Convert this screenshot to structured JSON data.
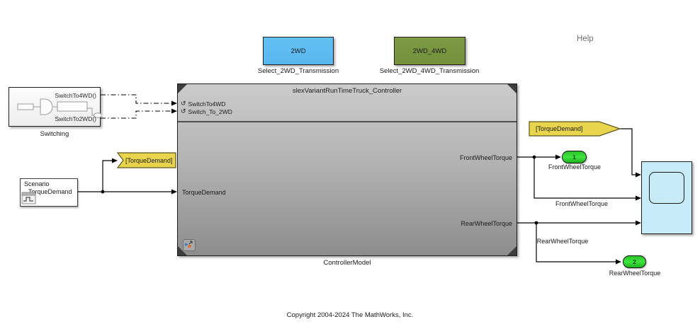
{
  "header": {
    "help_label": "Help"
  },
  "variant_buttons": {
    "two_wd": {
      "label": "2WD",
      "caption": "Select_2WD_Transmission",
      "color": "#58b7ee"
    },
    "two_four_wd": {
      "label": "2WD_4WD",
      "caption": "Select_2WD_4WD_Transmission",
      "color": "#73903a"
    }
  },
  "switching": {
    "caption": "Switching",
    "output_top": "SwitchTo4WD()",
    "output_bottom": "SwitchTo2WD()"
  },
  "scenario": {
    "line1": "Scenario",
    "line2": "TorqueDemand"
  },
  "goto_tag": {
    "label": "[TorqueDemand]",
    "color": "#e8d44d"
  },
  "from_tag": {
    "label": "[TorqueDemand]",
    "color": "#e8d44d"
  },
  "controller": {
    "title": "slexVariantRunTimeTruck_Controller",
    "caption": "ControllerModel",
    "event_port_icon": "↺",
    "event_ports": [
      "SwitchTo4WD",
      "Switch_To_2WD"
    ],
    "input_port": "TorqueDemand",
    "output_ports": [
      "FrontWheelTorque",
      "RearWheelTorque"
    ]
  },
  "outports": {
    "color": "#2ecc2e",
    "front": {
      "number": "1",
      "label": "FrontWheelTorque"
    },
    "rear": {
      "number": "2",
      "label": "RearWheelTorque"
    }
  },
  "signal_labels": {
    "front": "FrontWheelTorque",
    "rear": "RearWheelTorque"
  },
  "scope": {
    "color": "#c7eaf7"
  },
  "footer": {
    "copyright": "Copyright 2004-2024 The MathWorks, Inc."
  }
}
